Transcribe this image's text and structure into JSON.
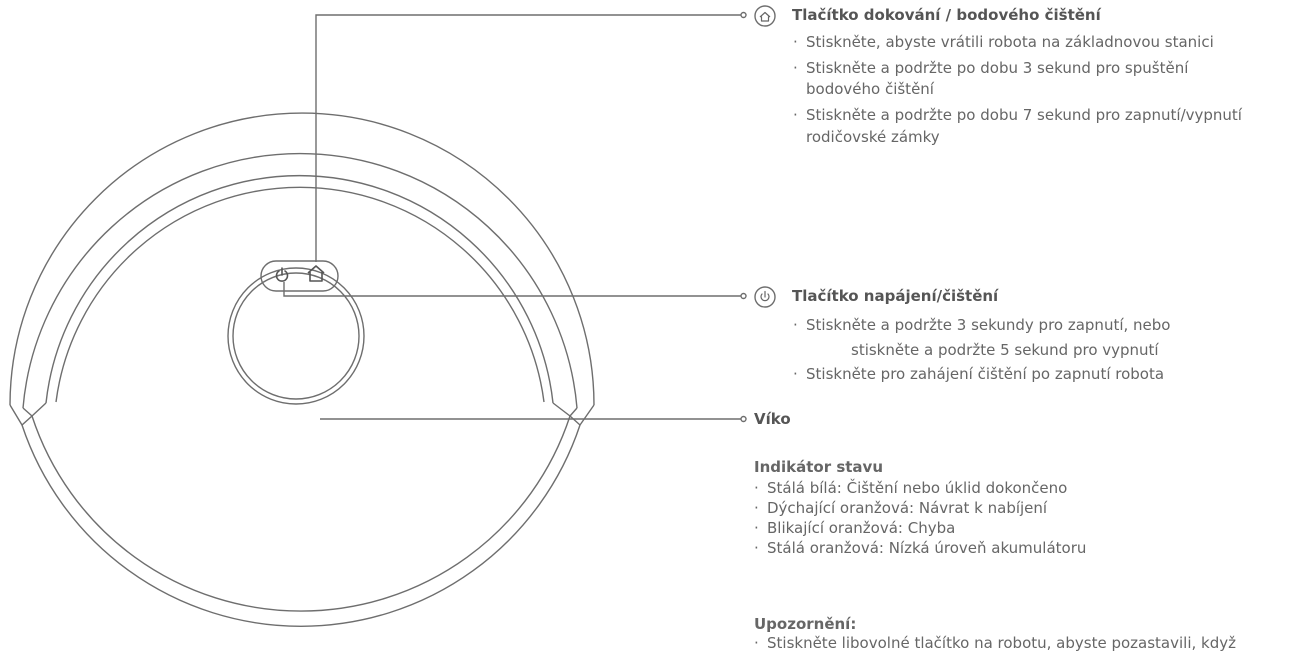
{
  "dock_button": {
    "icon": "home-icon",
    "title": "Tlačítko dokování / bodového čištění",
    "bullets": [
      "Stiskněte, abyste vrátili robota na základnovou stanici",
      "Stiskněte a podržte po dobu 3 sekund pro spuštění",
      "bodového čištění",
      "Stiskněte a podržte po dobu 7 sekund pro zapnutí/vypnutí",
      "rodičovské zámky"
    ]
  },
  "power_button": {
    "icon": "power-icon",
    "title": "Tlačítko napájení/čištění",
    "bullets": [
      "Stiskněte a podržte 3 sekundy pro zapnutí, nebo",
      "stiskněte a podržte 5 sekund pro vypnutí",
      "Stiskněte pro zahájení čištění po zapnutí robota"
    ]
  },
  "lid": {
    "title": "Víko"
  },
  "status_indicator": {
    "heading": "Indikátor stavu",
    "items": [
      "Stálá bílá: Čištění nebo úklid dokončeno",
      "Dýchající oranžová: Návrat k nabíjení",
      "Blikající oranžová: Chyba",
      "Stálá oranžová: Nízká úroveň akumulátoru"
    ]
  },
  "notice": {
    "heading": "Upozornění:",
    "items": [
      "Stiskněte libovolné tlačítko na robotu, abyste pozastavili, když"
    ]
  },
  "bullet_symbol": "·",
  "colors": {
    "line": "#6e6e6e",
    "text": "#555555"
  }
}
